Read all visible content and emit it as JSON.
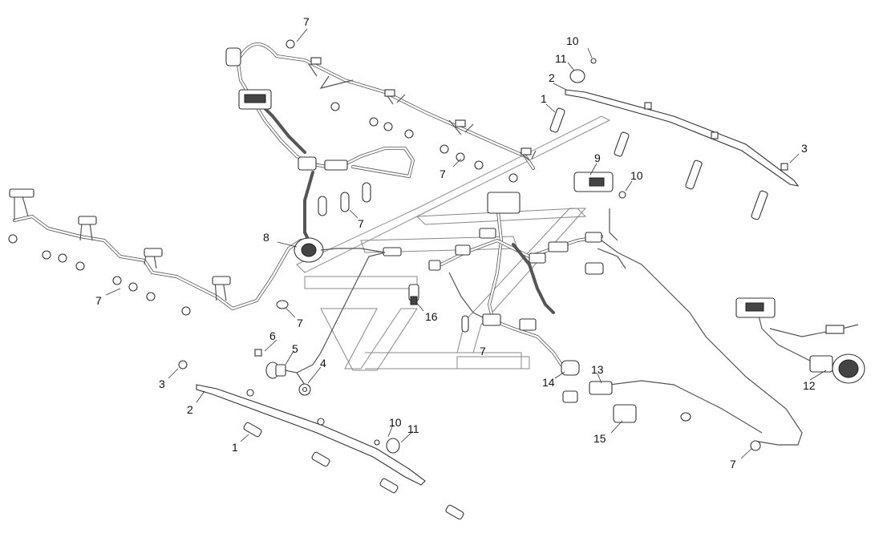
{
  "diagram": {
    "callouts": [
      {
        "id": "c7-top",
        "text": "7"
      },
      {
        "id": "c10-top",
        "text": "10"
      },
      {
        "id": "c11-top",
        "text": "11"
      },
      {
        "id": "c2-top",
        "text": "2"
      },
      {
        "id": "c1-top",
        "text": "1"
      },
      {
        "id": "c3-right",
        "text": "3"
      },
      {
        "id": "c9",
        "text": "9"
      },
      {
        "id": "c10-mid",
        "text": "10"
      },
      {
        "id": "c7-upper-mid",
        "text": "7"
      },
      {
        "id": "c7-center",
        "text": "7"
      },
      {
        "id": "c8",
        "text": "8"
      },
      {
        "id": "c7-left",
        "text": "7"
      },
      {
        "id": "c7-mid-left",
        "text": "7"
      },
      {
        "id": "c16",
        "text": "16"
      },
      {
        "id": "c6",
        "text": "6"
      },
      {
        "id": "c5",
        "text": "5"
      },
      {
        "id": "c4",
        "text": "4"
      },
      {
        "id": "c7-lower-center",
        "text": "7"
      },
      {
        "id": "c3-left",
        "text": "3"
      },
      {
        "id": "c2-bottom",
        "text": "2"
      },
      {
        "id": "c1-bottom",
        "text": "1"
      },
      {
        "id": "c10-bottom",
        "text": "10"
      },
      {
        "id": "c11-bottom",
        "text": "11"
      },
      {
        "id": "c14",
        "text": "14"
      },
      {
        "id": "c13",
        "text": "13"
      },
      {
        "id": "c15",
        "text": "15"
      },
      {
        "id": "c12",
        "text": "12"
      },
      {
        "id": "c7-bottom-right",
        "text": "7"
      }
    ]
  }
}
